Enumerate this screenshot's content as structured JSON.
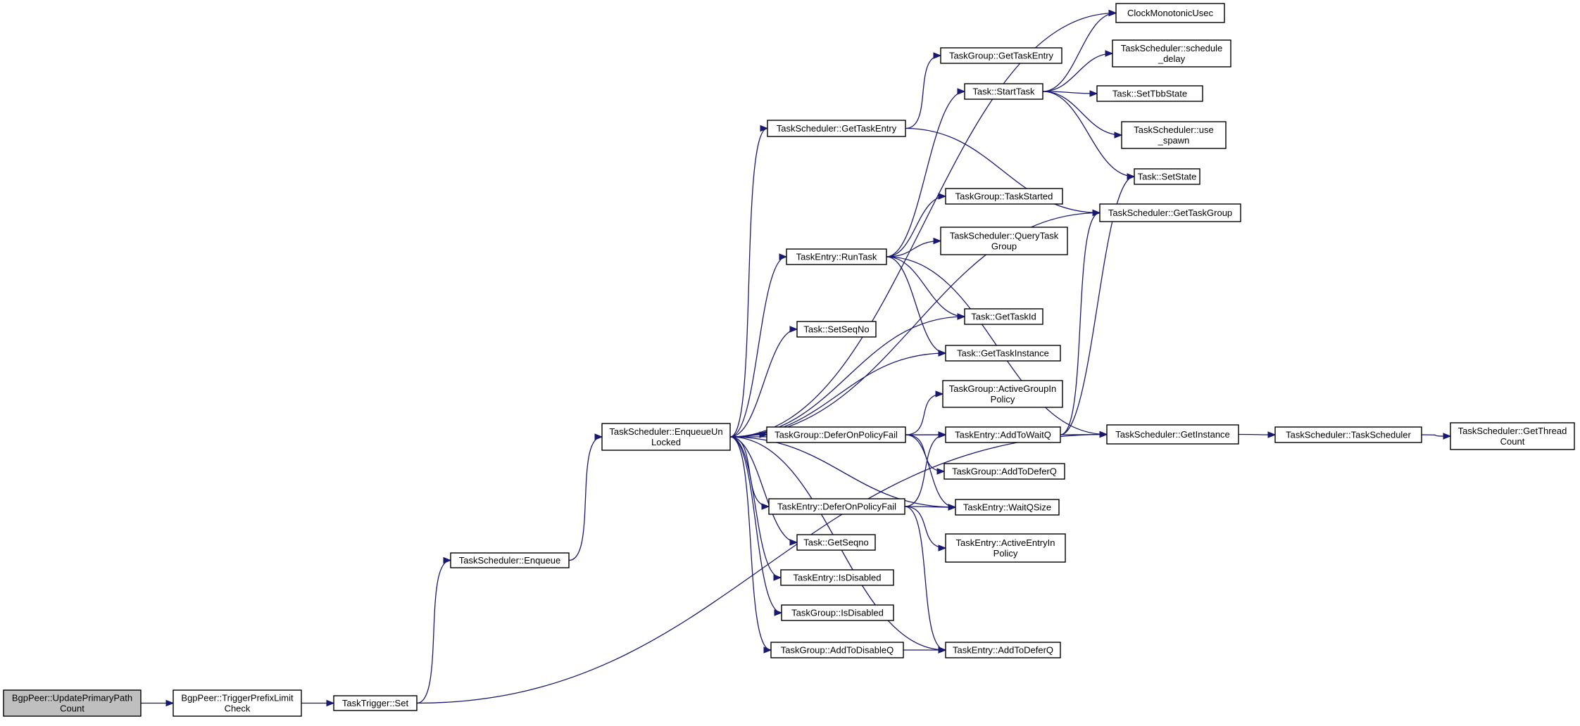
{
  "nodes": [
    {
      "id": "bgp_upc",
      "lines": [
        "BgpPeer::UpdatePrimaryPath",
        "Count"
      ],
      "root": true
    },
    {
      "id": "bgp_tplc",
      "lines": [
        "BgpPeer::TriggerPrefixLimit",
        "Check"
      ]
    },
    {
      "id": "tt_set",
      "lines": [
        "TaskTrigger::Set"
      ]
    },
    {
      "id": "ts_enq",
      "lines": [
        "TaskScheduler::Enqueue"
      ]
    },
    {
      "id": "ts_enqul",
      "lines": [
        "TaskScheduler::EnqueueUn",
        "Locked"
      ]
    },
    {
      "id": "clock",
      "lines": [
        "ClockMonotonicUsec"
      ]
    },
    {
      "id": "tg_gte",
      "lines": [
        "TaskGroup::GetTaskEntry"
      ]
    },
    {
      "id": "t_start",
      "lines": [
        "Task::StartTask"
      ]
    },
    {
      "id": "ts_sched",
      "lines": [
        "TaskScheduler::schedule",
        "_delay"
      ]
    },
    {
      "id": "t_settbb",
      "lines": [
        "Task::SetTbbState"
      ]
    },
    {
      "id": "ts_gte",
      "lines": [
        "TaskScheduler::GetTaskEntry"
      ]
    },
    {
      "id": "ts_spawn",
      "lines": [
        "TaskScheduler::use",
        "_spawn"
      ]
    },
    {
      "id": "t_setstate",
      "lines": [
        "Task::SetState"
      ]
    },
    {
      "id": "tg_started",
      "lines": [
        "TaskGroup::TaskStarted"
      ]
    },
    {
      "id": "ts_gtg",
      "lines": [
        "TaskScheduler::GetTaskGroup"
      ]
    },
    {
      "id": "ts_qtg",
      "lines": [
        "TaskScheduler::QueryTask",
        "Group"
      ]
    },
    {
      "id": "te_run",
      "lines": [
        "TaskEntry::RunTask"
      ]
    },
    {
      "id": "t_gtid",
      "lines": [
        "Task::GetTaskId"
      ]
    },
    {
      "id": "t_setseq",
      "lines": [
        "Task::SetSeqNo"
      ]
    },
    {
      "id": "t_gti",
      "lines": [
        "Task::GetTaskInstance"
      ]
    },
    {
      "id": "tg_agip",
      "lines": [
        "TaskGroup::ActiveGroupIn",
        "Policy"
      ]
    },
    {
      "id": "tg_dopf",
      "lines": [
        "TaskGroup::DeferOnPolicyFail"
      ]
    },
    {
      "id": "te_atwq",
      "lines": [
        "TaskEntry::AddToWaitQ"
      ]
    },
    {
      "id": "ts_gi",
      "lines": [
        "TaskScheduler::GetInstance"
      ]
    },
    {
      "id": "ts_ts",
      "lines": [
        "TaskScheduler::TaskScheduler"
      ]
    },
    {
      "id": "ts_gtc",
      "lines": [
        "TaskScheduler::GetThread",
        "Count"
      ]
    },
    {
      "id": "tg_atdq",
      "lines": [
        "TaskGroup::AddToDeferQ"
      ]
    },
    {
      "id": "te_dopf",
      "lines": [
        "TaskEntry::DeferOnPolicyFail"
      ]
    },
    {
      "id": "te_wqs",
      "lines": [
        "TaskEntry::WaitQSize"
      ]
    },
    {
      "id": "te_aeip",
      "lines": [
        "TaskEntry::ActiveEntryIn",
        "Policy"
      ]
    },
    {
      "id": "t_gseq",
      "lines": [
        "Task::GetSeqno"
      ]
    },
    {
      "id": "te_isd",
      "lines": [
        "TaskEntry::IsDisabled"
      ]
    },
    {
      "id": "tg_isd",
      "lines": [
        "TaskGroup::IsDisabled"
      ]
    },
    {
      "id": "tg_atdisq",
      "lines": [
        "TaskGroup::AddToDisableQ"
      ]
    },
    {
      "id": "te_atdq",
      "lines": [
        "TaskEntry::AddToDeferQ"
      ]
    }
  ],
  "edges": [
    [
      "bgp_upc",
      "bgp_tplc"
    ],
    [
      "bgp_tplc",
      "tt_set"
    ],
    [
      "tt_set",
      "ts_enq"
    ],
    [
      "tt_set",
      "ts_gi"
    ],
    [
      "ts_enq",
      "ts_enqul"
    ],
    [
      "ts_enqul",
      "clock"
    ],
    [
      "ts_enqul",
      "ts_gte"
    ],
    [
      "ts_enqul",
      "ts_gtg"
    ],
    [
      "ts_enqul",
      "te_run"
    ],
    [
      "ts_enqul",
      "t_gtid"
    ],
    [
      "ts_enqul",
      "t_setseq"
    ],
    [
      "ts_enqul",
      "t_gti"
    ],
    [
      "ts_enqul",
      "te_atwq"
    ],
    [
      "ts_enqul",
      "tg_dopf"
    ],
    [
      "ts_enqul",
      "te_wqs"
    ],
    [
      "ts_enqul",
      "te_dopf"
    ],
    [
      "ts_enqul",
      "t_gseq"
    ],
    [
      "ts_enqul",
      "te_isd"
    ],
    [
      "ts_enqul",
      "tg_isd"
    ],
    [
      "ts_enqul",
      "tg_atdisq"
    ],
    [
      "ts_enqul",
      "te_atdq"
    ],
    [
      "ts_gte",
      "tg_gte"
    ],
    [
      "ts_gte",
      "ts_gtg"
    ],
    [
      "te_run",
      "t_start"
    ],
    [
      "te_run",
      "tg_started"
    ],
    [
      "te_run",
      "ts_qtg"
    ],
    [
      "te_run",
      "t_gtid"
    ],
    [
      "te_run",
      "t_gti"
    ],
    [
      "te_run",
      "ts_gi"
    ],
    [
      "t_start",
      "clock"
    ],
    [
      "t_start",
      "ts_sched"
    ],
    [
      "t_start",
      "t_settbb"
    ],
    [
      "t_start",
      "ts_spawn"
    ],
    [
      "t_start",
      "t_setstate"
    ],
    [
      "tg_dopf",
      "tg_agip"
    ],
    [
      "tg_dopf",
      "te_atwq"
    ],
    [
      "tg_dopf",
      "tg_atdq"
    ],
    [
      "tg_dopf",
      "te_wqs"
    ],
    [
      "te_atwq",
      "t_setstate"
    ],
    [
      "te_atwq",
      "ts_gtg"
    ],
    [
      "te_atwq",
      "ts_gi"
    ],
    [
      "te_dopf",
      "te_atwq"
    ],
    [
      "te_dopf",
      "te_wqs"
    ],
    [
      "te_dopf",
      "te_aeip"
    ],
    [
      "te_dopf",
      "te_atdq"
    ],
    [
      "tg_atdisq",
      "te_atdq"
    ],
    [
      "ts_gi",
      "ts_ts"
    ],
    [
      "ts_ts",
      "ts_gtc"
    ]
  ],
  "colors": {
    "edge": "#191970",
    "root_fill": "#bfbfbf",
    "node_fill": "#ffffff",
    "border": "#000000"
  }
}
